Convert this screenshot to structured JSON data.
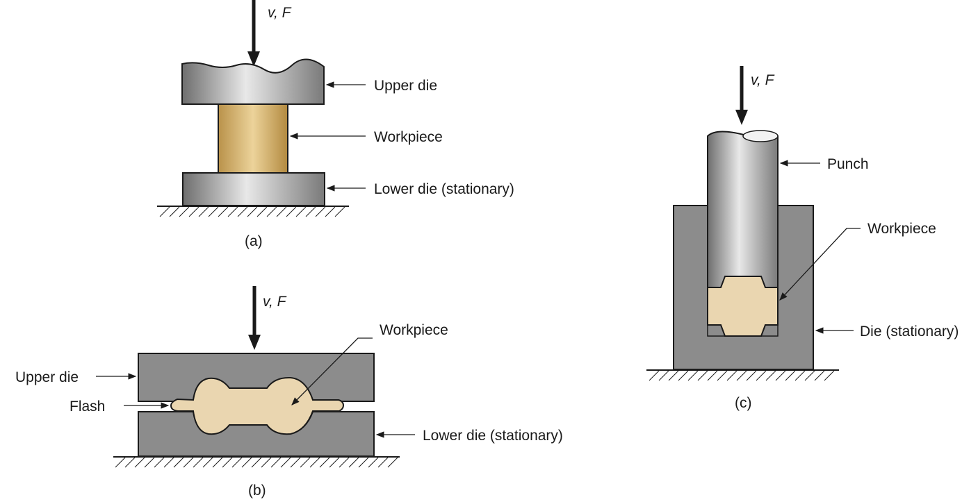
{
  "panel_a": {
    "force_label": "v, F",
    "labels": {
      "upper_die": "Upper die",
      "workpiece": "Workpiece",
      "lower_die": "Lower die (stationary)"
    },
    "caption": "(a)"
  },
  "panel_b": {
    "force_label": "v, F",
    "labels": {
      "workpiece": "Workpiece",
      "upper_die": "Upper die",
      "flash": "Flash",
      "lower_die": "Lower die (stationary)"
    },
    "caption": "(b)"
  },
  "panel_c": {
    "force_label": "v, F",
    "labels": {
      "punch": "Punch",
      "workpiece": "Workpiece",
      "die": "Die (stationary)"
    },
    "caption": "(c)"
  },
  "colors": {
    "die_gray": "#8c8c8c",
    "die_dark_outline": "#1a1a1a",
    "workpiece_gold": "#d9b36a",
    "workpiece_tan": "#ead6b0"
  }
}
